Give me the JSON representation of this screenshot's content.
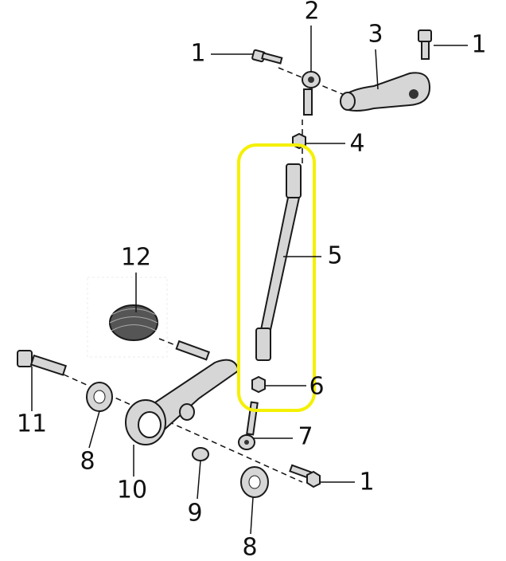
{
  "diagram": {
    "callouts": [
      "1",
      "2",
      "3",
      "1",
      "4",
      "5",
      "12",
      "6",
      "11",
      "8",
      "7",
      "10",
      "9",
      "1",
      "8"
    ],
    "highlight_color": "#f5f000"
  }
}
